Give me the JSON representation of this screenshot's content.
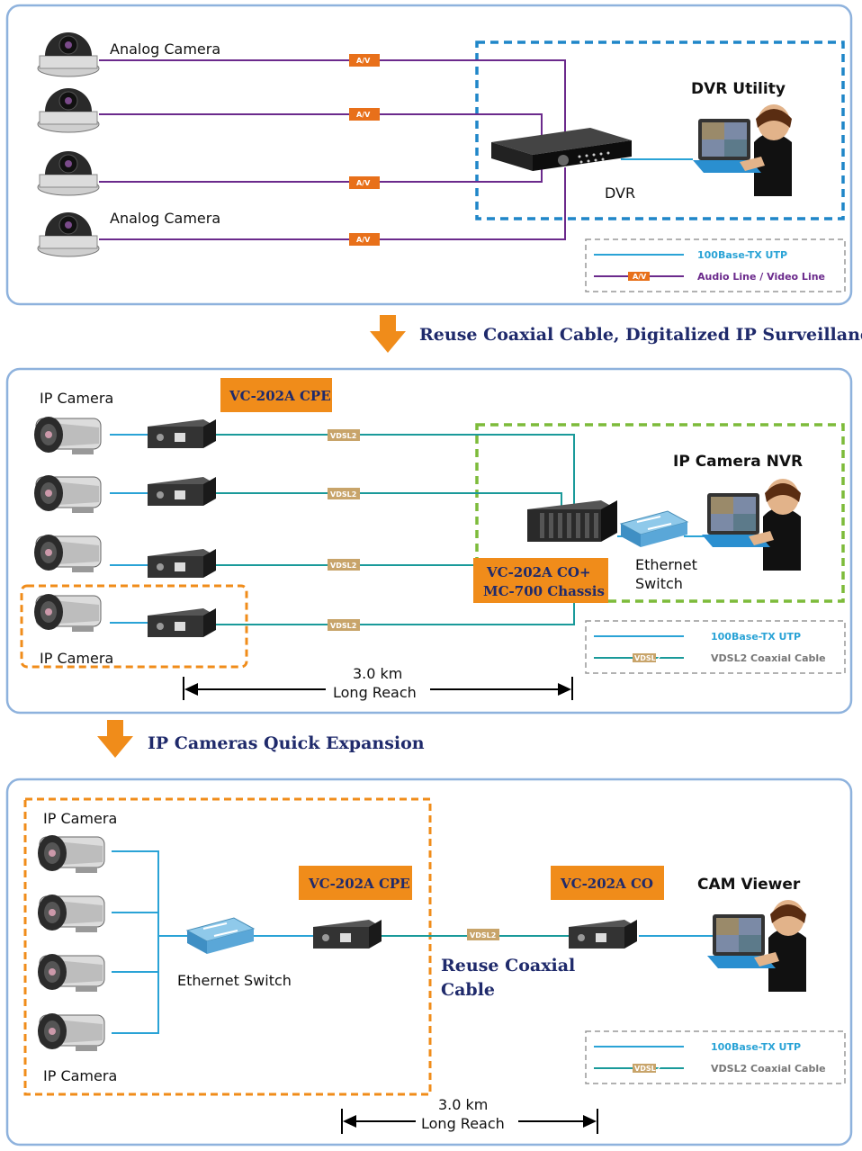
{
  "panel1": {
    "cam_label_top": "Analog Camera",
    "cam_label_bottom": "Analog Camera",
    "av_tag": "A/V",
    "dvr_label": "DVR",
    "dvr_utility": "DVR Utility",
    "legend_utp": "100Base-TX UTP",
    "legend_av": "Audio Line / Video Line"
  },
  "step1": "Reuse Coaxial Cable, Digitalized IP Surveillance",
  "panel2": {
    "cam_label_top": "IP Camera",
    "cam_label_bottom": "IP Camera",
    "cpe_label": "VC-202A CPE",
    "co_label_line1": "VC-202A CO+",
    "co_label_line2": "MC-700 Chassis",
    "nvr_label": "IP Camera NVR",
    "switch_line1": "Ethernet",
    "switch_line2": "Switch",
    "vdsl_tag": "VDSL2",
    "distance": "3.0 km",
    "reach": "Long Reach",
    "legend_utp": "100Base-TX UTP",
    "legend_vdsl": "VDSL2 Coaxial Cable"
  },
  "step2": "IP Cameras Quick Expansion",
  "panel3": {
    "cam_label_top": "IP Camera",
    "cam_label_bottom": "IP Camera",
    "switch_label": "Ethernet Switch",
    "cpe_label": "VC-202A CPE",
    "co_label": "VC-202A CO",
    "viewer_label": "CAM Viewer",
    "vdsl_tag": "VDSL2",
    "reuse_line1": "Reuse Coaxial",
    "reuse_line2": "Cable",
    "distance": "3.0 km",
    "reach": "Long Reach",
    "legend_utp": "100Base-TX UTP",
    "legend_vdsl": "VDSL2 Coaxial Cable"
  }
}
